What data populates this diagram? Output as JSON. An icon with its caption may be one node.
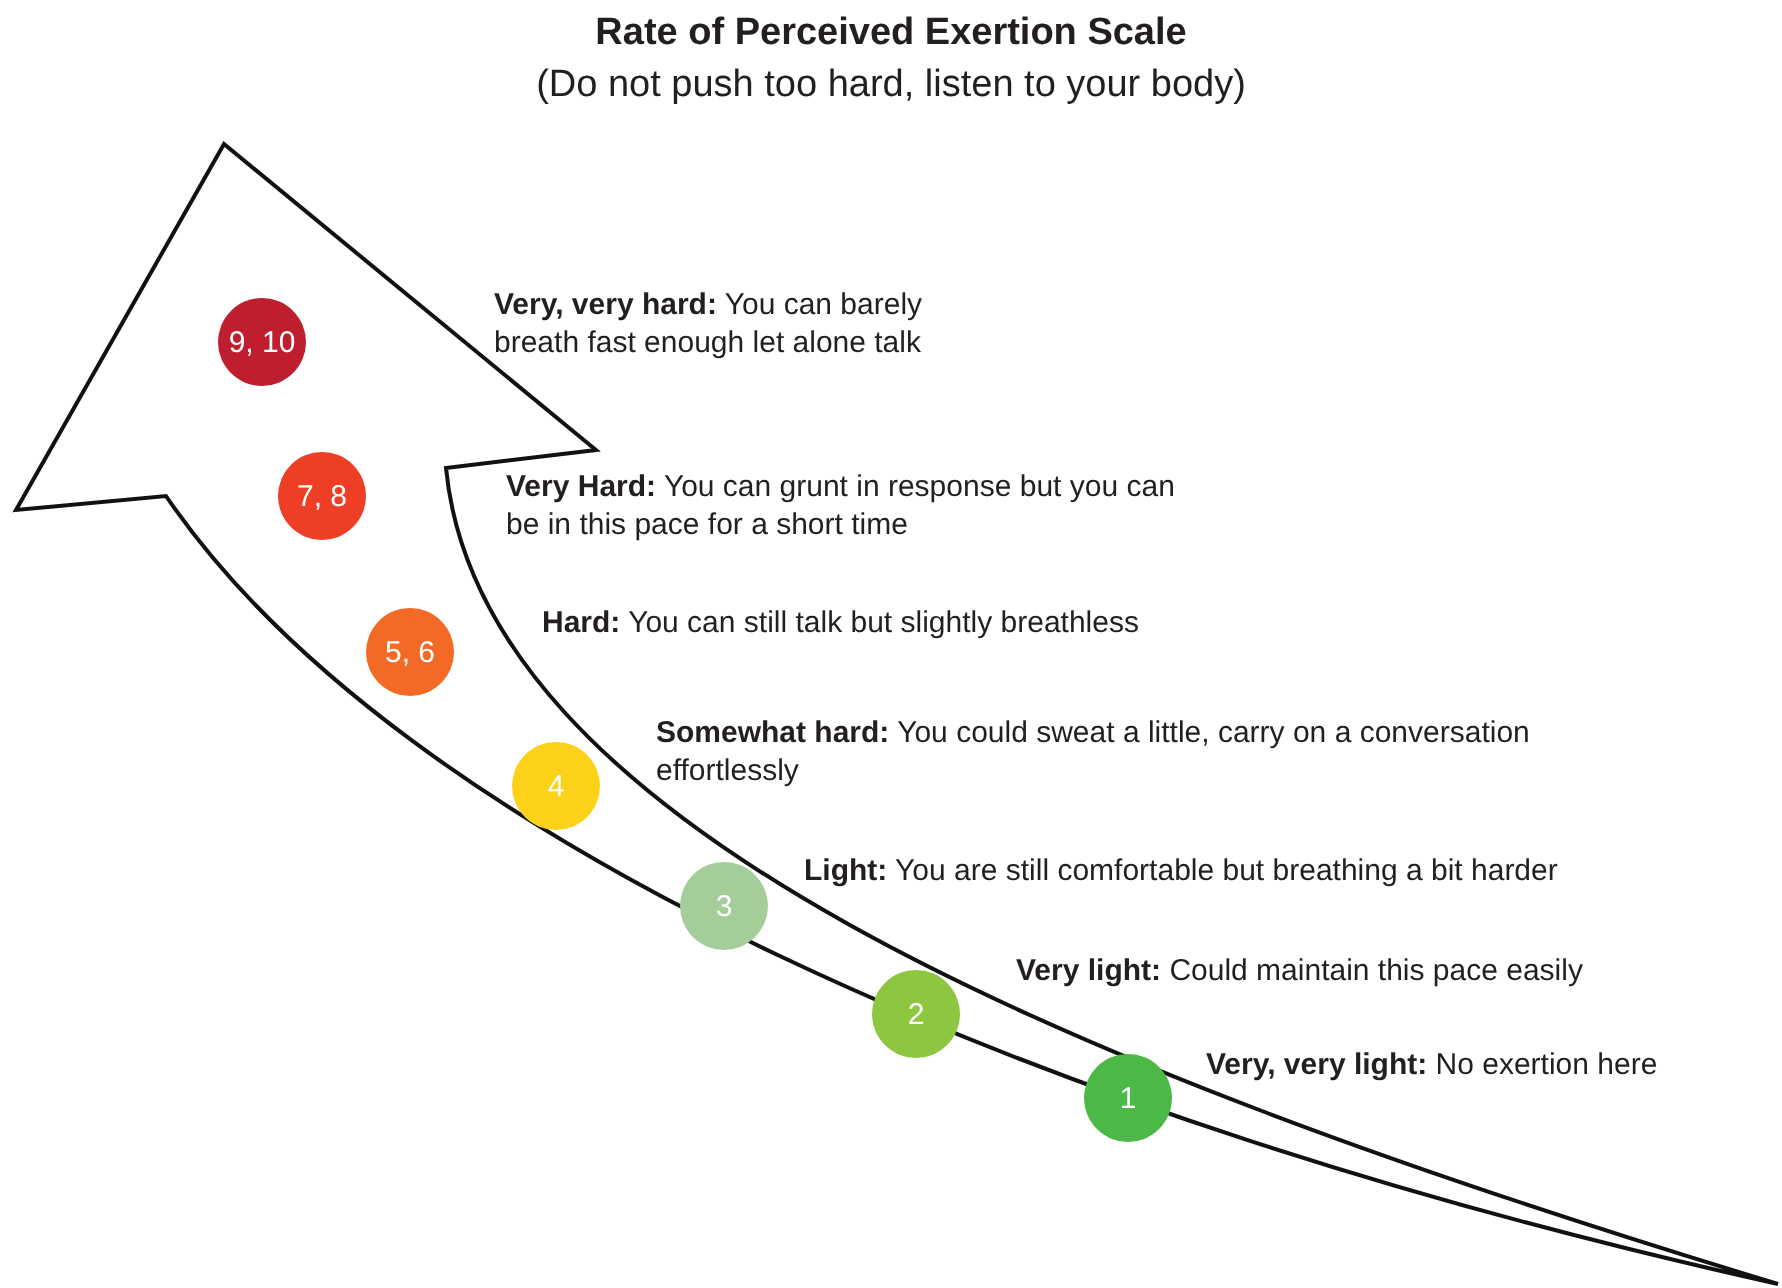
{
  "diagram": {
    "title": "Rate of Perceived Exertion Scale",
    "nodes": [
      {
        "text": [
          "9, 10"
        ]
      },
      {
        "text": [
          "7, 8"
        ]
      },
      {
        "text": [
          "5, 6"
        ]
      },
      {
        "text": [
          "4"
        ]
      },
      {
        "text": [
          "3"
        ]
      },
      {
        "text": [
          "2"
        ]
      },
      {
        "text": [
          "1"
        ]
      }
    ],
    "edges": [],
    "labels": [
      "(Do not push too hard, listen to your body)",
      "**Very, very hard:** You can barely breath fast enough let alone talk",
      "**Very Hard:** You can grunt in response but you can be in this pace for a short time",
      "**Hard:** You can still talk but slightly breathless",
      "**Somewhat hard:** You could sweat a little, carry on a conversation effortlessly",
      "**Light:** You are still comfortable but breathing a bit harder",
      "**Very light:** Could maintain this pace easily",
      "**Very, very light:** No exertion here"
    ]
  }
}
